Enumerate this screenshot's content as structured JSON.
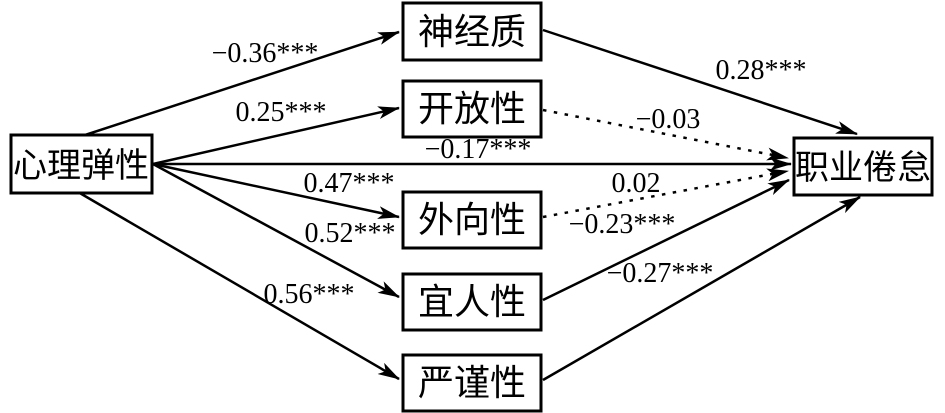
{
  "figure": {
    "type": "mediation-path-diagram",
    "background_color": "#ffffff",
    "line_color": "#000000",
    "predictor": {
      "label": "心理弹性"
    },
    "outcome": {
      "label": "职业倦怠"
    },
    "direct_effect": {
      "coef": "−0.17***",
      "style": "solid"
    },
    "mediators": [
      {
        "label": "神经质",
        "in_coef": "−0.36***",
        "in_style": "solid",
        "out_coef": "0.28***",
        "out_style": "solid"
      },
      {
        "label": "开放性",
        "in_coef": "0.25***",
        "in_style": "solid",
        "out_coef": "−0.03",
        "out_style": "dashed"
      },
      {
        "label": "外向性",
        "in_coef": "0.47***",
        "in_style": "solid",
        "out_coef": "0.02",
        "out_style": "dashed"
      },
      {
        "label": "宜人性",
        "in_coef": "0.52***",
        "in_style": "solid",
        "out_coef": "−0.23***",
        "out_style": "solid"
      },
      {
        "label": "严谨性",
        "in_coef": "0.56***",
        "in_style": "solid",
        "out_coef": "−0.27***",
        "out_style": "solid"
      }
    ]
  }
}
